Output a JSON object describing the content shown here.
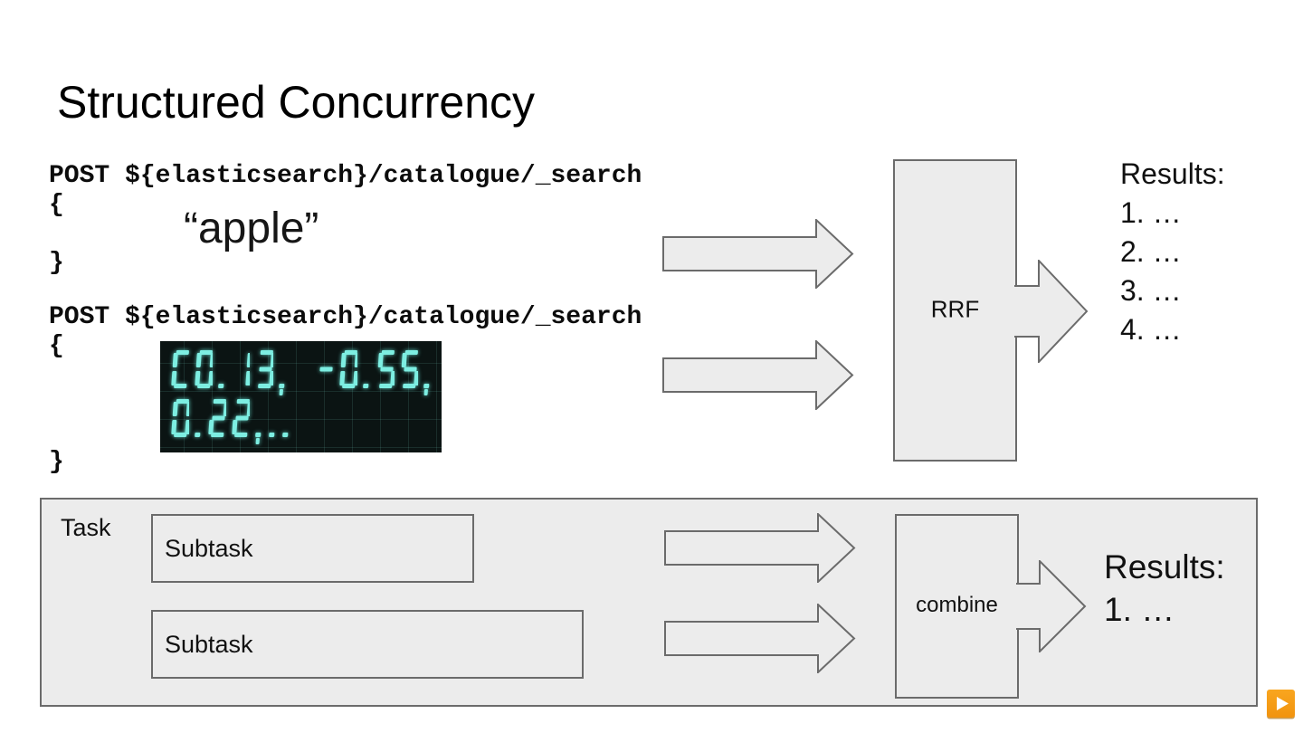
{
  "slide": {
    "title": "Structured Concurrency"
  },
  "request1": {
    "code": "POST ${elasticsearch}/catalogue/_search\n{\n\n}",
    "query": "“apple”"
  },
  "request2": {
    "code": "POST ${elasticsearch}/catalogue/_search\n{\n\n\n\n}"
  },
  "vector_display": {
    "line1": "[0.13, -0.55,",
    "line2": "0.22,..",
    "digit_color": "#7deee2",
    "background_color": "#0b1413"
  },
  "rrf": {
    "label": "RRF"
  },
  "combine": {
    "label": "combine"
  },
  "results_top": {
    "lines": [
      "Results:",
      "1. …",
      "2. …",
      "3. …",
      "4. …"
    ]
  },
  "results_bottom": {
    "lines": [
      "Results:",
      "1. …"
    ]
  },
  "task": {
    "label": "Task",
    "subtasks": [
      "Subtask",
      "Subtask"
    ]
  },
  "play_button": {
    "icon": "play-icon",
    "color": "#f89b1c"
  },
  "colors": {
    "shape_fill": "#ececec",
    "shape_border": "#6b6b6b"
  }
}
